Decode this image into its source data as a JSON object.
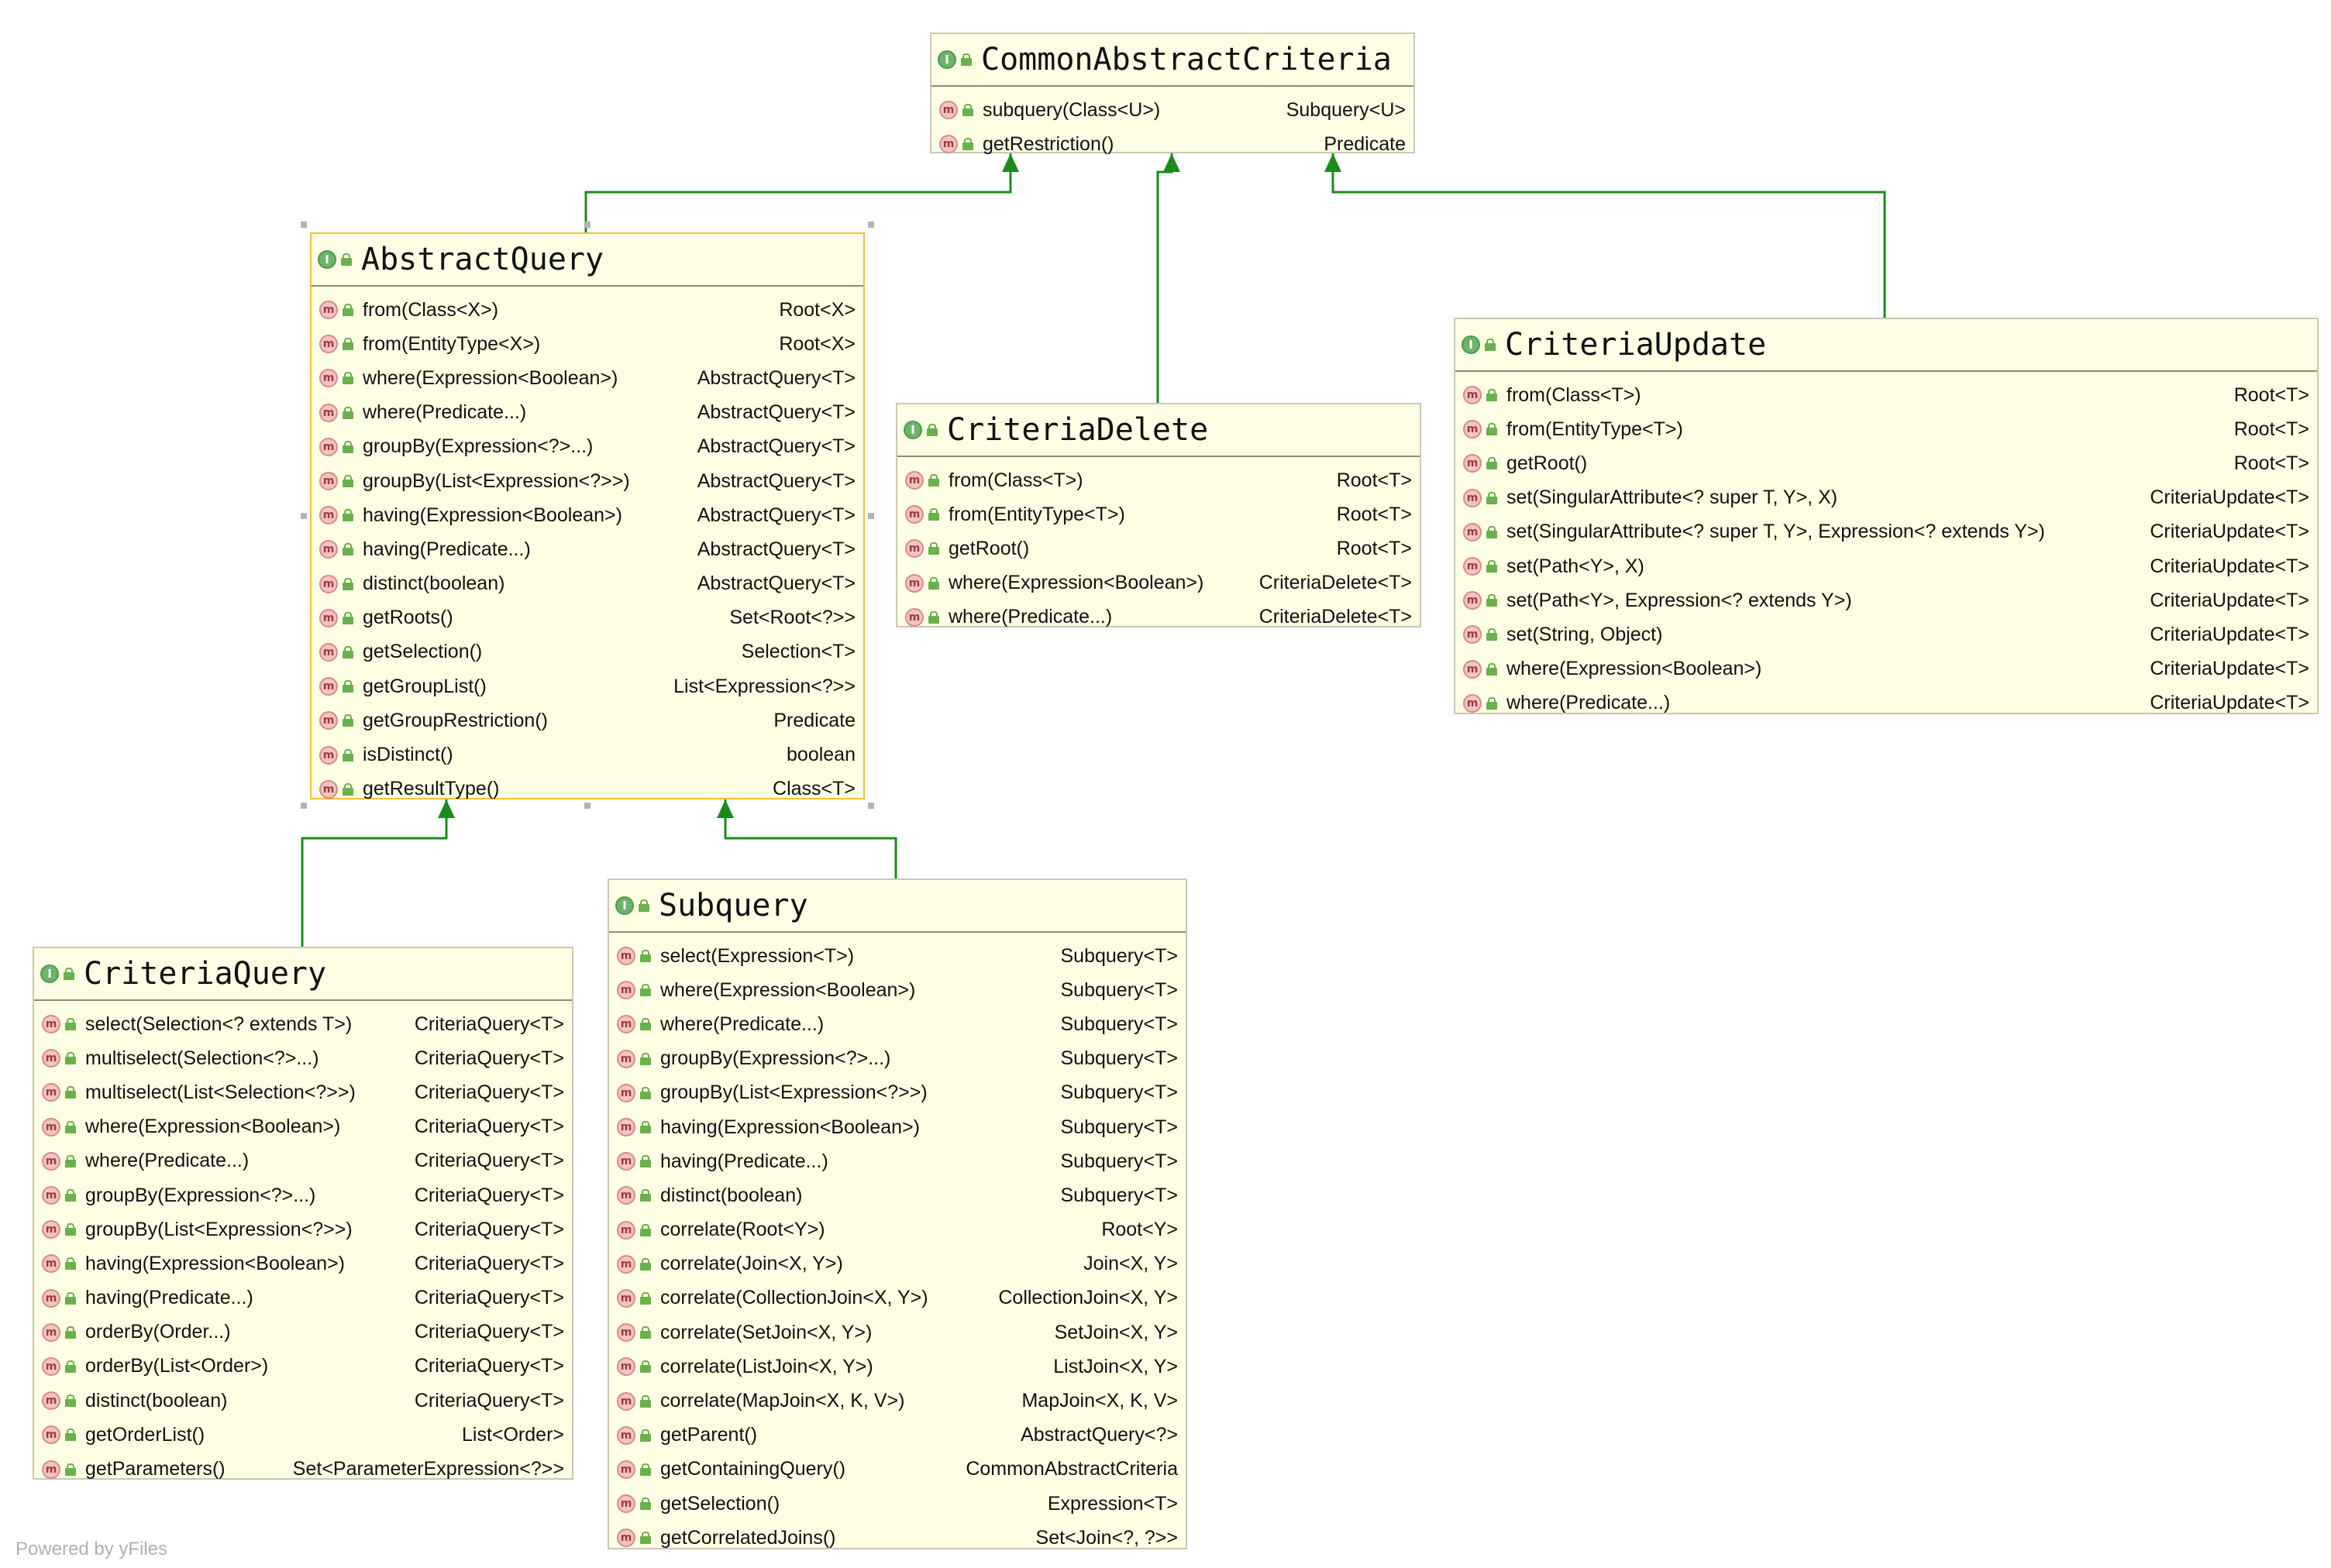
{
  "classes": {
    "common": {
      "name": "CommonAbstractCriteria",
      "members": [
        {
          "name": "subquery(Class<U>)",
          "type": "Subquery<U>"
        },
        {
          "name": "getRestriction()",
          "type": "Predicate"
        }
      ]
    },
    "abstractQuery": {
      "name": "AbstractQuery",
      "members": [
        {
          "name": "from(Class<X>)",
          "type": "Root<X>"
        },
        {
          "name": "from(EntityType<X>)",
          "type": "Root<X>"
        },
        {
          "name": "where(Expression<Boolean>)",
          "type": "AbstractQuery<T>"
        },
        {
          "name": "where(Predicate...)",
          "type": "AbstractQuery<T>"
        },
        {
          "name": "groupBy(Expression<?>...)",
          "type": "AbstractQuery<T>"
        },
        {
          "name": "groupBy(List<Expression<?>>)",
          "type": "AbstractQuery<T>"
        },
        {
          "name": "having(Expression<Boolean>)",
          "type": "AbstractQuery<T>"
        },
        {
          "name": "having(Predicate...)",
          "type": "AbstractQuery<T>"
        },
        {
          "name": "distinct(boolean)",
          "type": "AbstractQuery<T>"
        },
        {
          "name": "getRoots()",
          "type": "Set<Root<?>>"
        },
        {
          "name": "getSelection()",
          "type": "Selection<T>"
        },
        {
          "name": "getGroupList()",
          "type": "List<Expression<?>>"
        },
        {
          "name": "getGroupRestriction()",
          "type": "Predicate"
        },
        {
          "name": "isDistinct()",
          "type": "boolean"
        },
        {
          "name": "getResultType()",
          "type": "Class<T>"
        }
      ]
    },
    "criteriaDelete": {
      "name": "CriteriaDelete",
      "members": [
        {
          "name": "from(Class<T>)",
          "type": "Root<T>"
        },
        {
          "name": "from(EntityType<T>)",
          "type": "Root<T>"
        },
        {
          "name": "getRoot()",
          "type": "Root<T>"
        },
        {
          "name": "where(Expression<Boolean>)",
          "type": "CriteriaDelete<T>"
        },
        {
          "name": "where(Predicate...)",
          "type": "CriteriaDelete<T>"
        }
      ]
    },
    "criteriaUpdate": {
      "name": "CriteriaUpdate",
      "members": [
        {
          "name": "from(Class<T>)",
          "type": "Root<T>"
        },
        {
          "name": "from(EntityType<T>)",
          "type": "Root<T>"
        },
        {
          "name": "getRoot()",
          "type": "Root<T>"
        },
        {
          "name": "set(SingularAttribute<? super T, Y>, X)",
          "type": "CriteriaUpdate<T>"
        },
        {
          "name": "set(SingularAttribute<? super T, Y>, Expression<? extends Y>)",
          "type": "CriteriaUpdate<T>"
        },
        {
          "name": "set(Path<Y>, X)",
          "type": "CriteriaUpdate<T>"
        },
        {
          "name": "set(Path<Y>, Expression<? extends Y>)",
          "type": "CriteriaUpdate<T>"
        },
        {
          "name": "set(String, Object)",
          "type": "CriteriaUpdate<T>"
        },
        {
          "name": "where(Expression<Boolean>)",
          "type": "CriteriaUpdate<T>"
        },
        {
          "name": "where(Predicate...)",
          "type": "CriteriaUpdate<T>"
        }
      ]
    },
    "criteriaQuery": {
      "name": "CriteriaQuery",
      "members": [
        {
          "name": "select(Selection<? extends T>)",
          "type": "CriteriaQuery<T>"
        },
        {
          "name": "multiselect(Selection<?>...)",
          "type": "CriteriaQuery<T>"
        },
        {
          "name": "multiselect(List<Selection<?>>)",
          "type": "CriteriaQuery<T>"
        },
        {
          "name": "where(Expression<Boolean>)",
          "type": "CriteriaQuery<T>"
        },
        {
          "name": "where(Predicate...)",
          "type": "CriteriaQuery<T>"
        },
        {
          "name": "groupBy(Expression<?>...)",
          "type": "CriteriaQuery<T>"
        },
        {
          "name": "groupBy(List<Expression<?>>)",
          "type": "CriteriaQuery<T>"
        },
        {
          "name": "having(Expression<Boolean>)",
          "type": "CriteriaQuery<T>"
        },
        {
          "name": "having(Predicate...)",
          "type": "CriteriaQuery<T>"
        },
        {
          "name": "orderBy(Order...)",
          "type": "CriteriaQuery<T>"
        },
        {
          "name": "orderBy(List<Order>)",
          "type": "CriteriaQuery<T>"
        },
        {
          "name": "distinct(boolean)",
          "type": "CriteriaQuery<T>"
        },
        {
          "name": "getOrderList()",
          "type": "List<Order>"
        },
        {
          "name": "getParameters()",
          "type": "Set<ParameterExpression<?>>"
        }
      ]
    },
    "subquery": {
      "name": "Subquery",
      "members": [
        {
          "name": "select(Expression<T>)",
          "type": "Subquery<T>"
        },
        {
          "name": "where(Expression<Boolean>)",
          "type": "Subquery<T>"
        },
        {
          "name": "where(Predicate...)",
          "type": "Subquery<T>"
        },
        {
          "name": "groupBy(Expression<?>...)",
          "type": "Subquery<T>"
        },
        {
          "name": "groupBy(List<Expression<?>>)",
          "type": "Subquery<T>"
        },
        {
          "name": "having(Expression<Boolean>)",
          "type": "Subquery<T>"
        },
        {
          "name": "having(Predicate...)",
          "type": "Subquery<T>"
        },
        {
          "name": "distinct(boolean)",
          "type": "Subquery<T>"
        },
        {
          "name": "correlate(Root<Y>)",
          "type": "Root<Y>"
        },
        {
          "name": "correlate(Join<X, Y>)",
          "type": "Join<X, Y>"
        },
        {
          "name": "correlate(CollectionJoin<X, Y>)",
          "type": "CollectionJoin<X, Y>"
        },
        {
          "name": "correlate(SetJoin<X, Y>)",
          "type": "SetJoin<X, Y>"
        },
        {
          "name": "correlate(ListJoin<X, Y>)",
          "type": "ListJoin<X, Y>"
        },
        {
          "name": "correlate(MapJoin<X, K, V>)",
          "type": "MapJoin<X, K, V>"
        },
        {
          "name": "getParent()",
          "type": "AbstractQuery<?>"
        },
        {
          "name": "getContainingQuery()",
          "type": "CommonAbstractCriteria"
        },
        {
          "name": "getSelection()",
          "type": "Expression<T>"
        },
        {
          "name": "getCorrelatedJoins()",
          "type": "Set<Join<?, ?>>"
        }
      ]
    }
  },
  "badges": {
    "interface": "I",
    "method": "m"
  },
  "colors": {
    "edge": "#1d8a1d",
    "node_fill": "#fefee4",
    "selected_border": "#f2be3c"
  },
  "footer": "Powered by yFiles"
}
